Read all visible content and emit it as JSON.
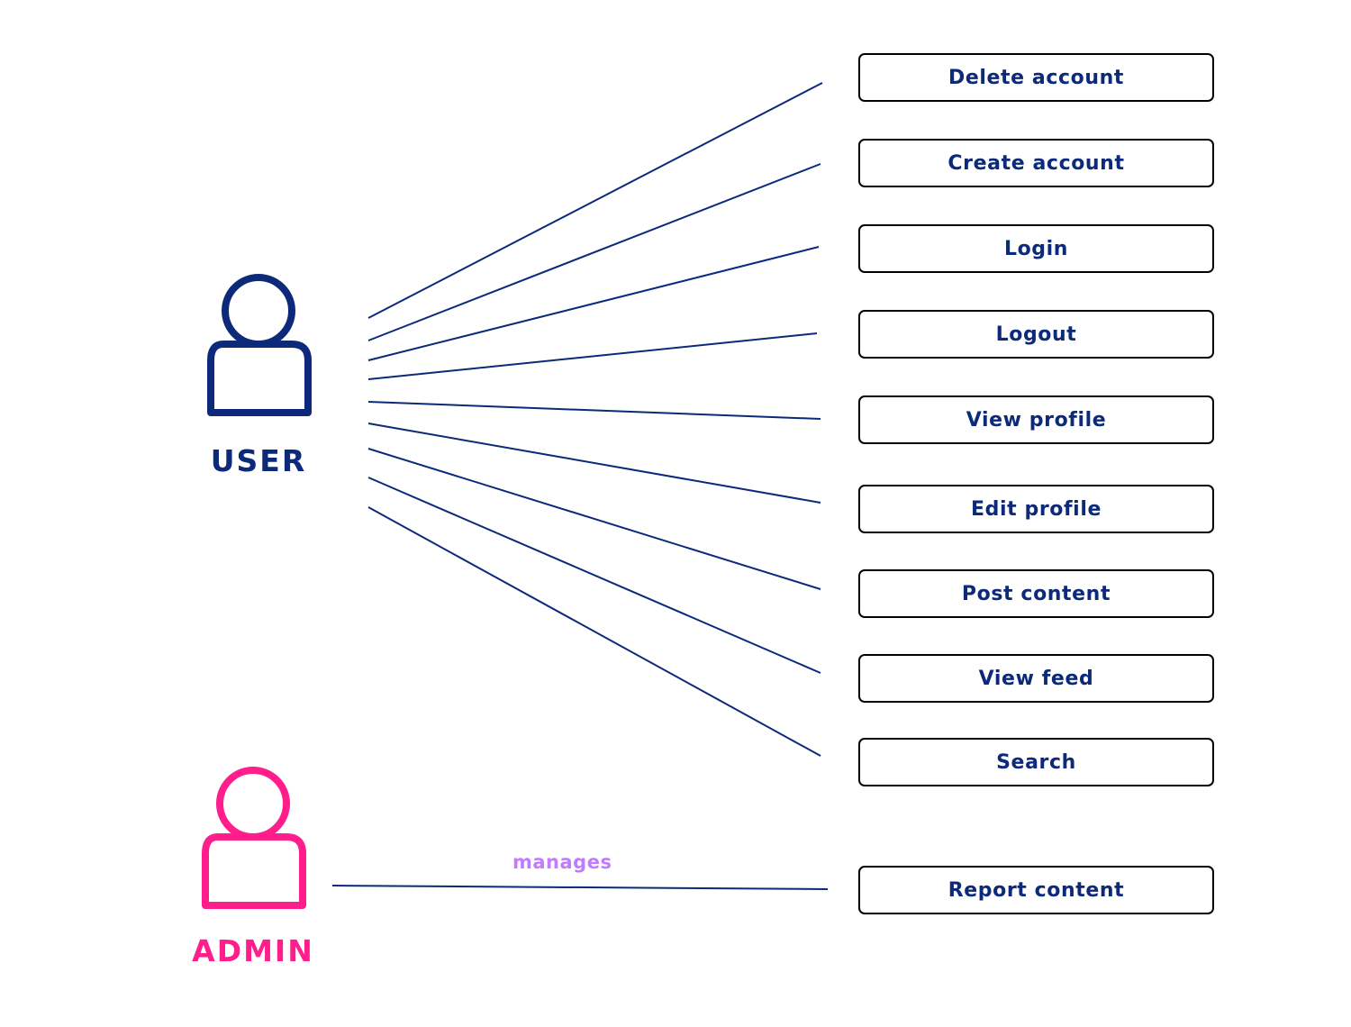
{
  "colors": {
    "user": "#0d2a7a",
    "admin": "#ff1e8c",
    "line": "#0d2a7a",
    "label": "#c07bff",
    "box_border": "#000000"
  },
  "actors": [
    {
      "id": "user",
      "label": "USER",
      "icon": "person-icon"
    },
    {
      "id": "admin",
      "label": "ADMIN",
      "icon": "person-icon"
    }
  ],
  "use_cases": [
    "Delete account",
    "Create account",
    "Login",
    "Logout",
    "View profile",
    "Edit profile",
    "Post content",
    "View feed",
    "Search",
    "Report content"
  ],
  "associations": [
    {
      "from": "user",
      "to": "Delete account"
    },
    {
      "from": "user",
      "to": "Create account"
    },
    {
      "from": "user",
      "to": "Login"
    },
    {
      "from": "user",
      "to": "Logout"
    },
    {
      "from": "user",
      "to": "View profile"
    },
    {
      "from": "user",
      "to": "Edit profile"
    },
    {
      "from": "user",
      "to": "Post content"
    },
    {
      "from": "user",
      "to": "View feed"
    },
    {
      "from": "user",
      "to": "Search"
    },
    {
      "from": "admin",
      "to": "Report content",
      "label": "manages"
    }
  ],
  "link_label": "manages"
}
